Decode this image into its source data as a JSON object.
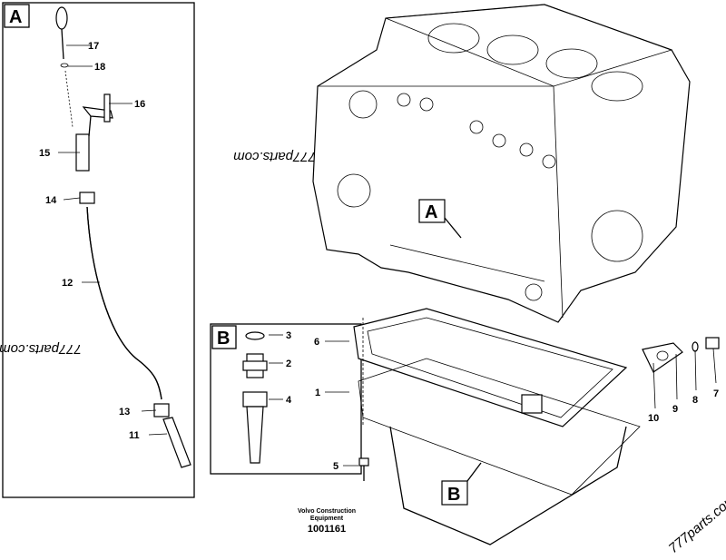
{
  "diagram": {
    "detail_labels": {
      "a": "A",
      "b": "B"
    },
    "callouts": {
      "c17": "17",
      "c18": "18",
      "c16": "16",
      "c15": "15",
      "c14": "14",
      "c12": "12",
      "c13": "13",
      "c11": "11",
      "c3": "3",
      "c2": "2",
      "c4": "4",
      "c6": "6",
      "c1": "1",
      "c5": "5",
      "c10": "10",
      "c9": "9",
      "c8": "8",
      "c7": "7"
    },
    "watermark": "777parts.com",
    "footer": {
      "company_line1": "Volvo Construction",
      "company_line2": "Equipment",
      "drawing_number": "1001161"
    }
  }
}
